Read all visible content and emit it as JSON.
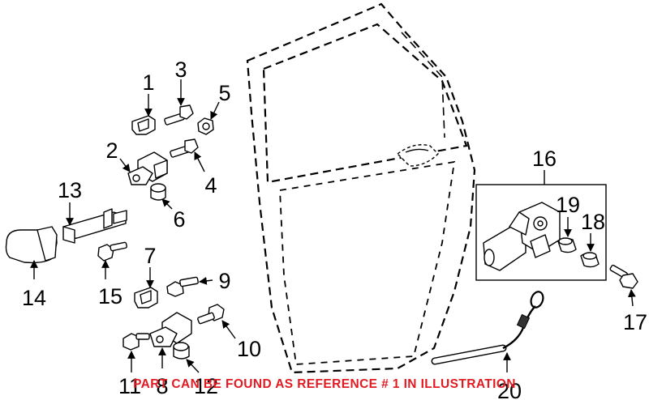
{
  "callouts": {
    "c1": "1",
    "c2": "2",
    "c3": "3",
    "c4": "4",
    "c5": "5",
    "c6": "6",
    "c7": "7",
    "c8": "8",
    "c9": "9",
    "c10": "10",
    "c11": "11",
    "c12": "12",
    "c13": "13",
    "c14": "14",
    "c15": "15",
    "c16": "16",
    "c17": "17",
    "c18": "18",
    "c19": "19",
    "c20": "20"
  },
  "footer_note": "PART CAN BE FOUND AS REFERENCE # 1 IN ILLUSTRATION",
  "colors": {
    "note": "#e11b22",
    "line": "#000000",
    "background": "#ffffff"
  }
}
